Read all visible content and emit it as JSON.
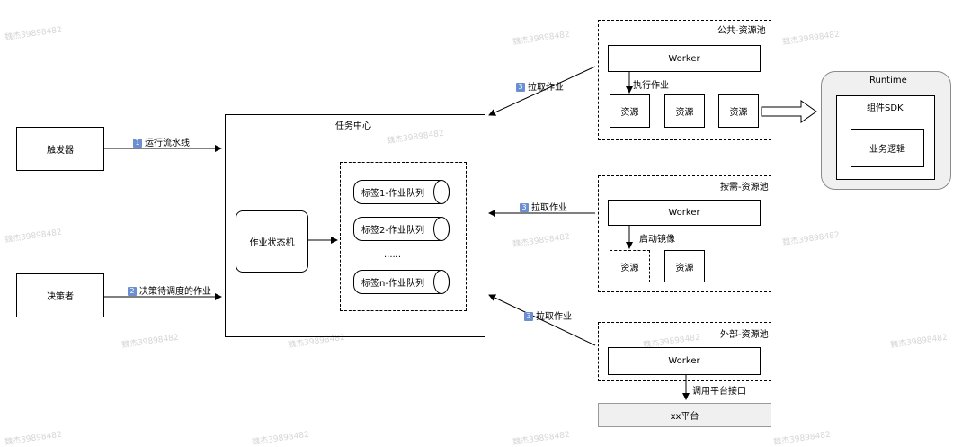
{
  "nodes": {
    "trigger": "触发器",
    "decider": "决策者",
    "task_center": "任务中心",
    "job_state_machine": "作业状态机",
    "queues": [
      "标签1-作业队列",
      "标签2-作业队列",
      "标签n-作业队列"
    ],
    "ellipsis": "......",
    "public_pool": "公共-资源池",
    "ondemand_pool": "按需-资源池",
    "external_pool": "外部-资源池",
    "worker": "Worker",
    "resource": "资源",
    "xx_platform": "xx平台",
    "runtime": "Runtime",
    "sdk": "组件SDK",
    "biz_logic": "业务逻辑"
  },
  "edges": {
    "run_pipeline": {
      "num": "1",
      "label": "运行流水线"
    },
    "decide_job": {
      "num": "2",
      "label": "决策待调度的作业"
    },
    "pull_job": {
      "num": "3",
      "label": "拉取作业"
    },
    "execute_job": "执行作业",
    "start_image": "启动镜像",
    "call_platform": "调用平台接口"
  },
  "watermark": "魏杰39898482"
}
